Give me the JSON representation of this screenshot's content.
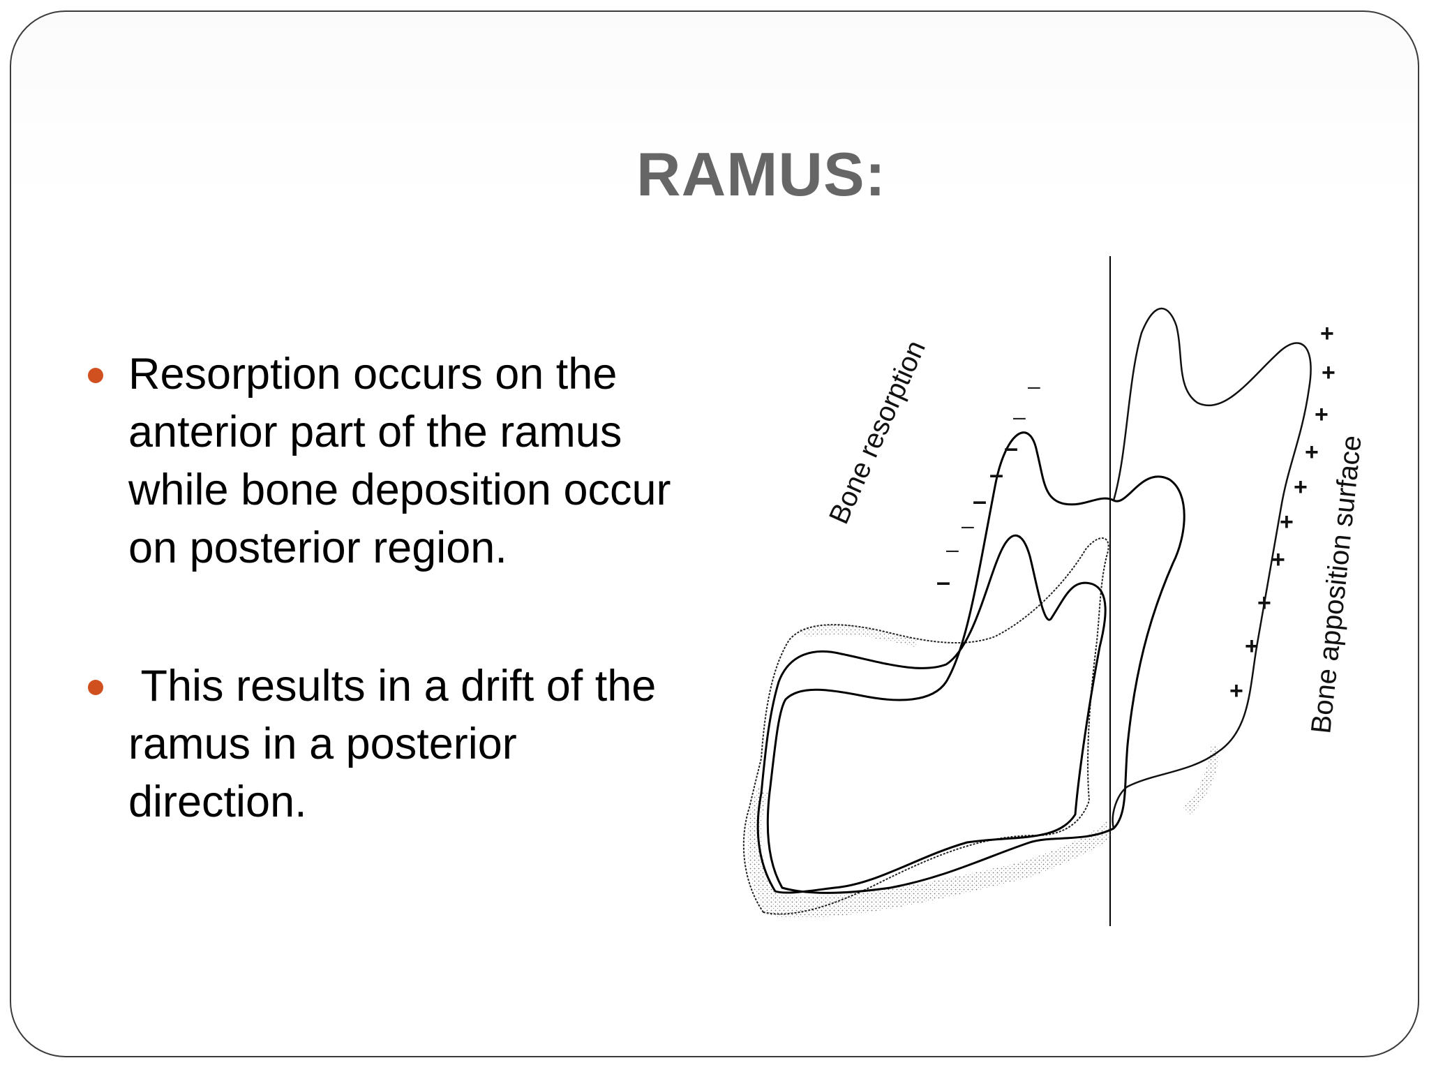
{
  "slide": {
    "title": "RAMUS:",
    "bullets": [
      {
        "text": "Resorption occurs on the anterior part of the ramus while bone deposition occur on posterior region."
      },
      {
        "text": " This results in a drift of the ramus in a posterior direction."
      }
    ],
    "bullet_color": "#d1501f",
    "title_color": "#666666"
  },
  "diagram": {
    "resorption_label": "Bone resorption",
    "apposition_label": "Bone apposition surface",
    "resorption_marks": [
      "–",
      "–",
      "–",
      "–",
      "–",
      "–",
      "–",
      "–"
    ],
    "apposition_marks": [
      "+",
      "+",
      "+",
      "+",
      "+",
      "+",
      "+",
      "+",
      "+",
      "+"
    ]
  }
}
